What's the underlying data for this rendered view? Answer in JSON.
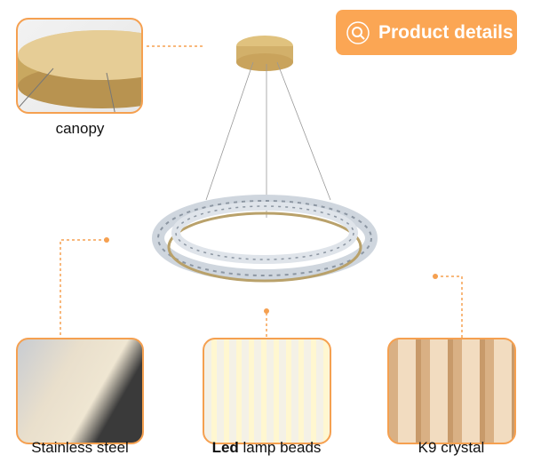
{
  "header": {
    "button_label": "Product details",
    "button_icon": "search-icon"
  },
  "callouts": {
    "canopy": "canopy",
    "stainless": "Stainless steel",
    "led_bold": "Led",
    "led_rest": " lamp beads",
    "crystal": "K9 crystal"
  },
  "colors": {
    "accent": "#fba654",
    "border": "#f5a050",
    "gold": "#d8b878"
  }
}
